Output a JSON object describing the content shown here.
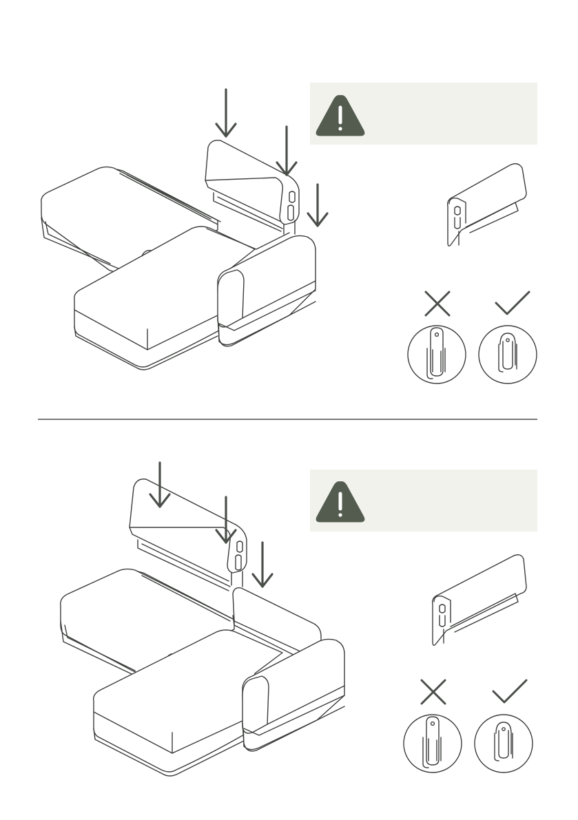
{
  "colors": {
    "line": "#3a3d3a",
    "arrow": "#4a4f49",
    "warning_icon": "#535c4f",
    "warning_panel": "#f1f2ec",
    "mark": "#4a4f49",
    "page": "#ffffff"
  },
  "steps": [
    {
      "warning": {
        "icon": "warning-triangle-icon"
      },
      "install_check": [
        {
          "verdict": "incorrect",
          "icon": "cross-icon"
        },
        {
          "verdict": "correct",
          "icon": "check-icon"
        }
      ]
    },
    {
      "warning": {
        "icon": "warning-triangle-icon"
      },
      "install_check": [
        {
          "verdict": "incorrect",
          "icon": "cross-icon"
        },
        {
          "verdict": "correct",
          "icon": "check-icon"
        }
      ]
    }
  ]
}
